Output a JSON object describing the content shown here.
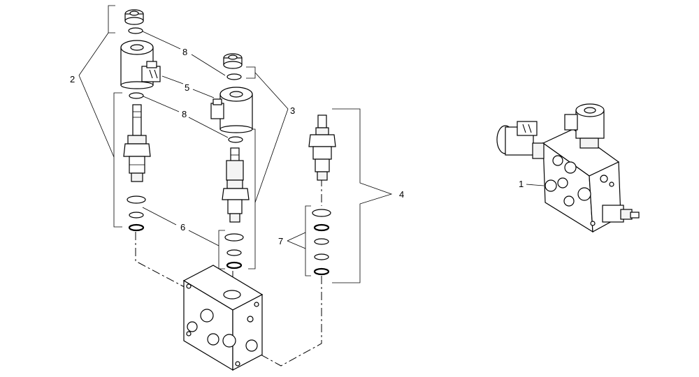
{
  "callouts": {
    "c1": "1",
    "c2": "2",
    "c3": "3",
    "c4": "4",
    "c5": "5",
    "c6": "6",
    "c7": "7",
    "c8a": "8",
    "c8b": "8"
  },
  "colors": {
    "ink": "#000000",
    "paper": "#ffffff"
  }
}
